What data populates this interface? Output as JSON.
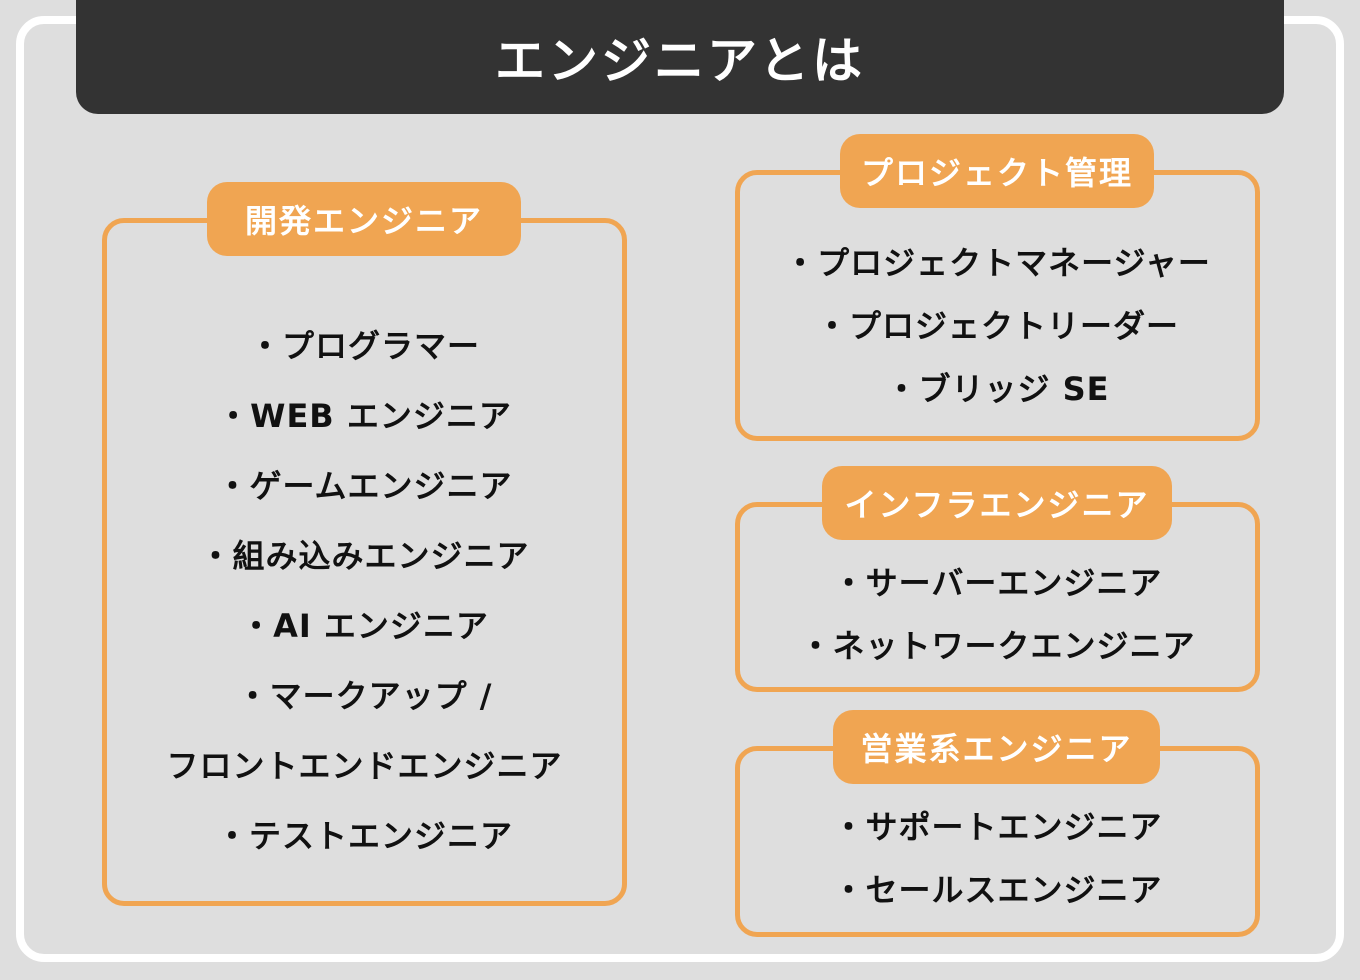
{
  "title": "エンジニアとは",
  "colors": {
    "background": "#dedede",
    "header": "#333333",
    "accent": "#f0a552",
    "frame": "#ffffff",
    "text": "#111111"
  },
  "groups": {
    "development": {
      "label": "開発エンジニア",
      "items": [
        "・プログラマー",
        "・WEB エンジニア",
        "・ゲームエンジニア",
        "・組み込みエンジニア",
        "・AI エンジニア",
        "・マークアップ /",
        "フロントエンドエンジニア",
        "・テストエンジニア"
      ]
    },
    "project_management": {
      "label": "プロジェクト管理",
      "items": [
        "・プロジェクトマネージャー",
        "・プロジェクトリーダー",
        "・ブリッジ SE"
      ]
    },
    "infrastructure": {
      "label": "インフラエンジニア",
      "items": [
        "・サーバーエンジニア",
        "・ネットワークエンジニア"
      ]
    },
    "sales": {
      "label": "営業系エンジニア",
      "items": [
        "・サポートエンジニア",
        "・セールスエンジニア"
      ]
    }
  }
}
